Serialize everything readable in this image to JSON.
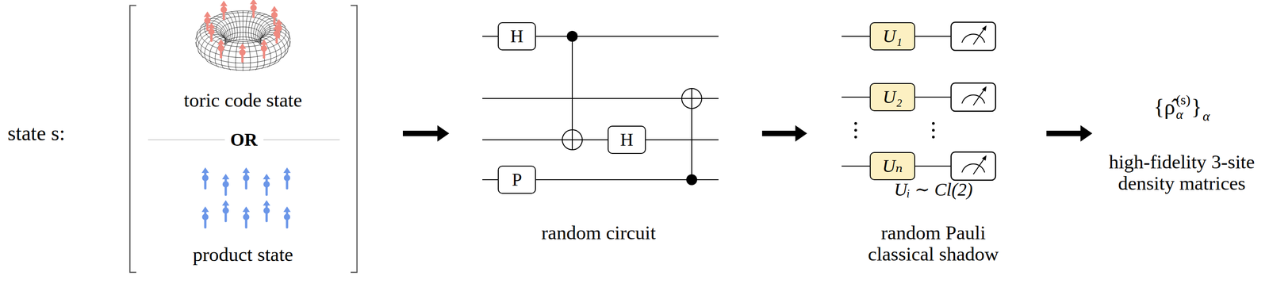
{
  "diagram": {
    "nodes": [
      {
        "text": [
          "H"
        ]
      },
      {
        "text": [
          "P"
        ]
      },
      {
        "text": [
          "H"
        ]
      },
      {
        "text": [
          "U₁"
        ]
      },
      {
        "text": [
          "U₂"
        ]
      },
      {
        "text": [
          "Uₙ"
        ]
      }
    ],
    "labels": [
      "state s:",
      "toric code state",
      "OR",
      "product state",
      "random circuit",
      "Uᵢ ∼ Cl(2)",
      "random Pauli classical shadow",
      "{ρ̂",
      "(s)",
      "α",
      "}",
      "α",
      "high-fidelity 3-site density matrices"
    ]
  }
}
